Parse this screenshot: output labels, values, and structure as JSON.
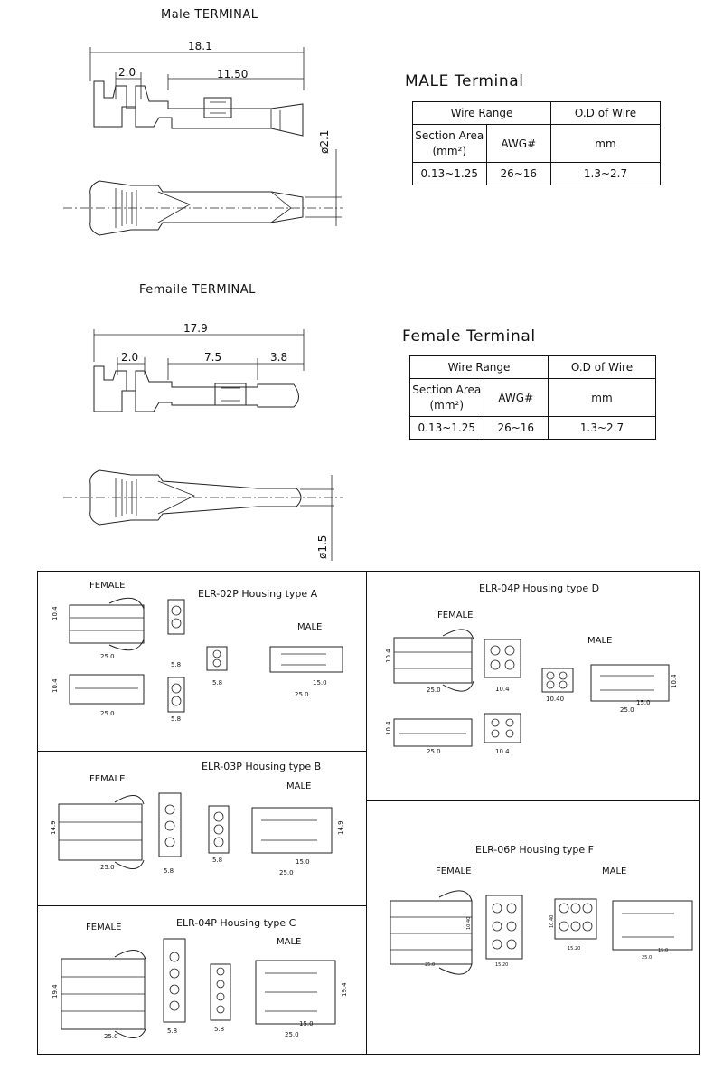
{
  "male_terminal": {
    "heading": "Male TERMINAL",
    "dim_total": "18.1",
    "dim_left": "2.0",
    "dim_mid": "11.50",
    "dim_dia": "ø2.1"
  },
  "male_table": {
    "title": "MALE Terminal",
    "wire_range": "Wire Range",
    "od_of_wire": "O.D of Wire",
    "section_area": "Section Area",
    "section_unit": "(mm²)",
    "awg": "AWG#",
    "mm": "mm",
    "range_mm2": "0.13~1.25",
    "range_awg": "26~16",
    "range_od": "1.3~2.7"
  },
  "female_terminal": {
    "heading": "Femaile TERMINAL",
    "dim_total": "17.9",
    "dim_left": "2.0",
    "dim_mid": "7.5",
    "dim_right": "3.8",
    "dim_dia": "ø1.5"
  },
  "female_table": {
    "title": "Female Terminal",
    "wire_range": "Wire Range",
    "od_of_wire": "O.D of Wire",
    "section_area": "Section Area",
    "section_unit": "(mm²)",
    "awg": "AWG#",
    "mm": "mm",
    "range_mm2": "0.13~1.25",
    "range_awg": "26~16",
    "range_od": "1.3~2.7"
  },
  "panels": {
    "a": {
      "title": "ELR-02P Housing type A",
      "female": "FEMALE",
      "male": "MALE",
      "d_h": "10.4",
      "d_len": "25.0",
      "d_w": "5.8",
      "d_m15": "15.0",
      "d_m25": "25.0"
    },
    "b": {
      "title": "ELR-03P Housing type B",
      "female": "FEMALE",
      "male": "MALE",
      "d_h": "14.9",
      "d_len": "25.0",
      "d_w": "5.8",
      "d_m15": "15.0",
      "d_m25": "25.0"
    },
    "c": {
      "title": "ELR-04P Housing type C",
      "female": "FEMALE",
      "male": "MALE",
      "d_h": "19.4",
      "d_len": "25.0",
      "d_w": "5.8",
      "d_m15": "15.0",
      "d_m25": "25.0"
    },
    "d": {
      "title": "ELR-04P Housing type D",
      "female": "FEMALE",
      "male": "MALE",
      "d_h": "10.4",
      "d_len": "25.0",
      "d_w": "10.4",
      "d_w2": "10.40",
      "d_m15": "15.0",
      "d_m25": "25.0"
    },
    "f": {
      "title": "ELR-06P Housing type F",
      "female": "FEMALE",
      "male": "MALE",
      "d_h": "10.40",
      "d_len": "25.0",
      "d_w": "15.20",
      "d_w2": "15.20",
      "d_m15": "15.0",
      "d_m25": "25.0"
    }
  }
}
